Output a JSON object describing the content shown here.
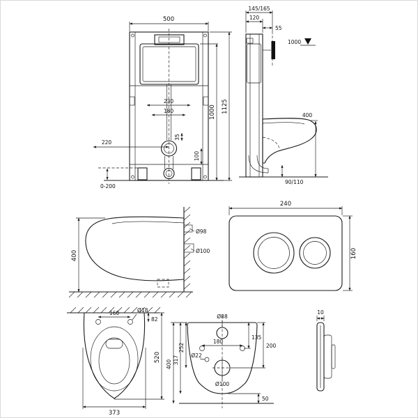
{
  "page": {
    "background": "#ffffff",
    "line_color": "#1a1a1a",
    "border_color": "#d9d9d9"
  },
  "views": {
    "frame_front": {
      "dims": {
        "width": "500",
        "height_total": "1125",
        "height_frame": "1000",
        "spacing_outer": "230",
        "spacing_inner": "180",
        "side_offset": "220",
        "outlet_offset": "35",
        "outlet_height": "100",
        "feet_range": "0-200"
      }
    },
    "frame_side": {
      "dims": {
        "depth_range": "145/165",
        "depth_body": "120",
        "plate_offset": "55",
        "level_mark": "1000",
        "bowl_height": "400",
        "outlet_range": "90/110"
      }
    },
    "bowl_side": {
      "dims": {
        "height": "400",
        "inlet": "Ø98",
        "outlet": "Ø100"
      }
    },
    "flush_plate": {
      "dims": {
        "width": "240",
        "height": "160"
      }
    },
    "bowl_top": {
      "dims": {
        "fixing_spacing": "160",
        "fixing_hole": "Ø18",
        "fixing_offset": "82",
        "length": "520",
        "width": "373"
      }
    },
    "bowl_rear": {
      "dims": {
        "inlet": "Ø88",
        "hole_spacing": "180",
        "hole_depth": "135",
        "small_hole": "Ø22",
        "outlet": "Ø100",
        "height_full": "400",
        "height_mid": "317",
        "height_outlet": "252",
        "height_right": "200",
        "clearance": "50"
      }
    },
    "plate_side": {
      "dims": {
        "thickness": "10"
      }
    }
  }
}
